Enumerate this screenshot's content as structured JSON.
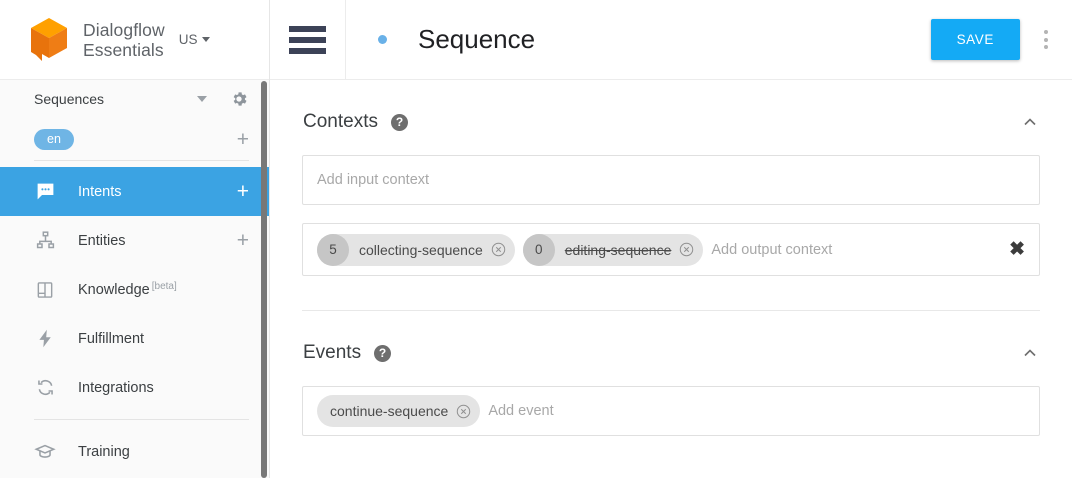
{
  "sidebar": {
    "brand": {
      "line1": "Dialogflow",
      "line2": "Essentials",
      "region": "US"
    },
    "agent": {
      "name": "Sequences"
    },
    "language": {
      "code": "en",
      "add_label": "+"
    },
    "nav_items": [
      {
        "label": "Intents",
        "icon": "intents-icon",
        "active": true,
        "plus": "+"
      },
      {
        "label": "Entities",
        "icon": "entities-icon",
        "active": false,
        "plus": "+"
      },
      {
        "label": "Knowledge",
        "icon": "knowledge-icon",
        "active": false,
        "badge": "[beta]"
      },
      {
        "label": "Fulfillment",
        "icon": "fulfillment-icon",
        "active": false
      },
      {
        "label": "Integrations",
        "icon": "integrations-icon",
        "active": false
      },
      {
        "label": "Training",
        "icon": "training-icon",
        "active": false
      }
    ]
  },
  "header": {
    "title": "Sequence",
    "save_label": "SAVE",
    "menu_icon": "hamburger-icon",
    "more_icon": "kebab-menu-icon"
  },
  "contexts": {
    "title": "Contexts",
    "help_glyph": "?",
    "input_placeholder": "Add input context",
    "output_placeholder": "Add output context",
    "clear_glyph": "✖",
    "output_chips": [
      {
        "lifespan": "5",
        "label": "collecting-sequence",
        "expired": false
      },
      {
        "lifespan": "0",
        "label": "editing-sequence",
        "expired": true
      }
    ]
  },
  "events": {
    "title": "Events",
    "help_glyph": "?",
    "placeholder": "Add event",
    "chips": [
      {
        "label": "continue-sequence"
      }
    ]
  },
  "colors": {
    "accent_blue": "#3ba3e3",
    "save_blue": "#14aaf5",
    "lang_chip_blue": "#6fb5e5",
    "logo_orange_light": "#ffa000",
    "logo_orange_dark": "#e8730c"
  }
}
